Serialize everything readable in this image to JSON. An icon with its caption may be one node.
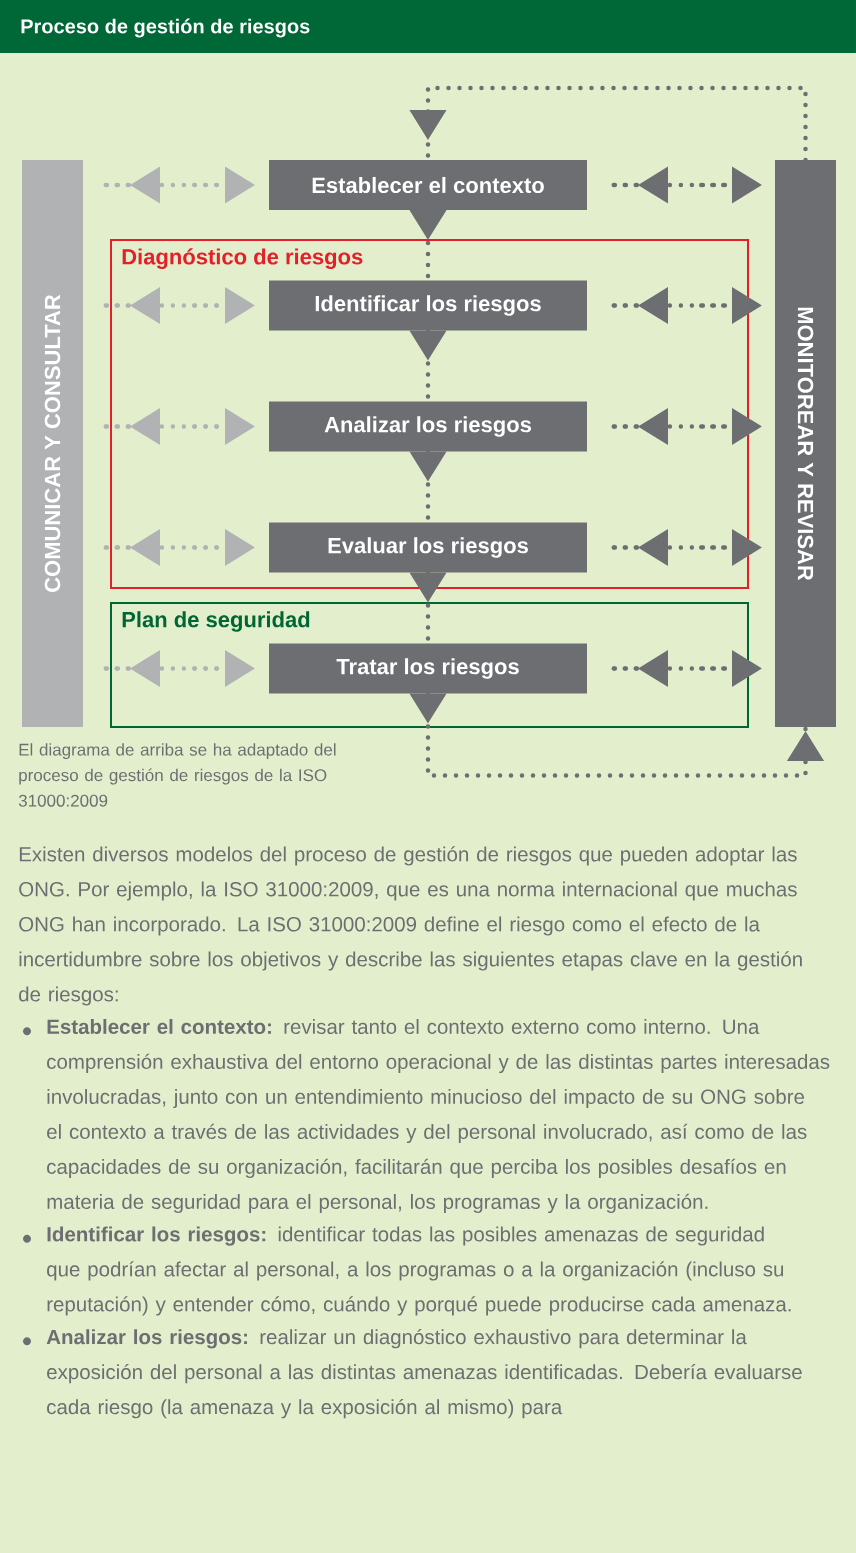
{
  "diagram": {
    "title": "Proceso de gestión de riesgos",
    "nodes": [
      {
        "text": [
          "COMUNICAR Y CONSULTAR"
        ]
      },
      {
        "text": [
          "MONITOREAR Y REVISAR"
        ]
      },
      {
        "text": [
          "Diagnóstico de riesgos"
        ]
      },
      {
        "text": [
          "Plan de seguridad"
        ]
      },
      {
        "text": [
          "Establecer el contexto"
        ]
      },
      {
        "text": [
          "Identificar los riesgos"
        ],
        "in": 2
      },
      {
        "text": [
          "Analizar los riesgos"
        ],
        "in": 2
      },
      {
        "text": [
          "Evaluar los riesgos"
        ],
        "in": 2
      },
      {
        "text": [
          "Tratar los riesgos"
        ],
        "in": 3
      }
    ],
    "edges": [
      {
        "from": 1,
        "to": 4,
        "arrow": "to"
      },
      {
        "from": 4,
        "to": 5,
        "arrow": "to"
      },
      {
        "from": 5,
        "to": 6,
        "arrow": "to"
      },
      {
        "from": 6,
        "to": 7,
        "arrow": "to"
      },
      {
        "from": 7,
        "to": 8,
        "arrow": "to"
      },
      {
        "from": 8,
        "to": 1,
        "arrow": "to"
      },
      {
        "from": 0,
        "to": 4,
        "arrow": "both",
        "color": "#b1b2b4"
      },
      {
        "from": 0,
        "to": 5,
        "arrow": "both",
        "color": "#b1b2b4"
      },
      {
        "from": 0,
        "to": 6,
        "arrow": "both",
        "color": "#b1b2b4"
      },
      {
        "from": 0,
        "to": 7,
        "arrow": "both",
        "color": "#b1b2b4"
      },
      {
        "from": 0,
        "to": 8,
        "arrow": "both",
        "color": "#b1b2b4"
      },
      {
        "from": 4,
        "to": 1,
        "arrow": "both"
      },
      {
        "from": 5,
        "to": 1,
        "arrow": "both"
      },
      {
        "from": 6,
        "to": 1,
        "arrow": "both"
      },
      {
        "from": 7,
        "to": 1,
        "arrow": "both"
      },
      {
        "from": 8,
        "to": 1,
        "arrow": "both"
      }
    ],
    "labels": [
      "El diagrama de arriba se ha adaptado del proceso de gestión de riesgos de la ISO 31000:2009",
      "Existen diversos modelos del proceso de gestión de riesgos que pueden adoptar las ONG. Por ejemplo, la ISO 31000:2009, que es una norma internacional que muchas ONG han incorporado. La ISO 31000:2009 define el riesgo como el efecto de la incertidumbre sobre los objetivos y describe las siguientes etapas clave en la gestión de riesgos:",
      "**Establecer el contexto:** revisar tanto el contexto externo como interno. Una comprensión exhaustiva del entorno operacional y de las distintas partes interesadas involucradas, junto con un entendimiento minucioso del impacto de su ONG sobre el contexto a través de las actividades y del personal involucrado, así como de las capacidades de su organización, facilitarán que perciba los posibles desafíos en materia de seguridad para el personal, los programas y la organización.",
      "**Identificar los riesgos:** identificar todas las posibles amenazas de seguridad que podrían afectar al personal, a los programas o a la organización (incluso su reputación) y entender cómo, cuándo y porqué puede producirse cada amenaza.",
      "**Analizar los riesgos:** realizar un diagnóstico exhaustivo para determinar la exposición del personal a las distintas amenazas identificadas. Debería evaluarse cada riesgo (la amenaza y la exposición al mismo) para"
    ]
  }
}
